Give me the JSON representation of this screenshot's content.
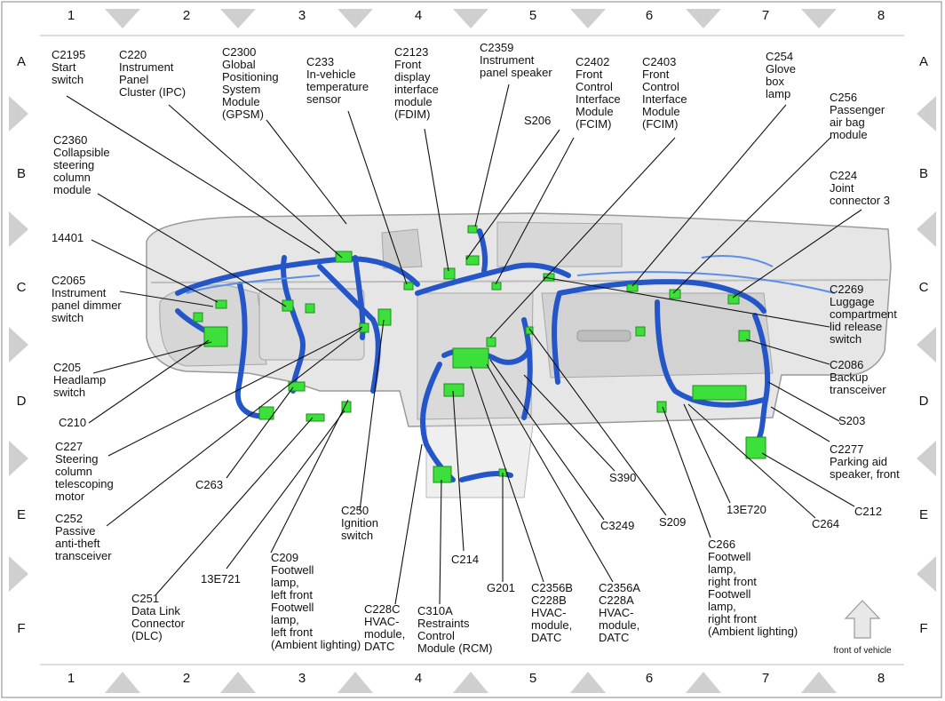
{
  "grid": {
    "columns": [
      "1",
      "2",
      "3",
      "4",
      "5",
      "6",
      "7",
      "8"
    ],
    "rows": [
      "A",
      "B",
      "C",
      "D",
      "E",
      "F"
    ]
  },
  "front_label": "front of vehicle",
  "labels": [
    {
      "id": "c2195",
      "lines": [
        "C2195",
        "Start",
        "switch"
      ]
    },
    {
      "id": "c220",
      "lines": [
        "C220",
        "Instrument",
        "Panel",
        "Cluster (IPC)"
      ]
    },
    {
      "id": "c2300",
      "lines": [
        "C2300",
        "Global",
        "Positioning",
        "System",
        "Module",
        "(GPSM)"
      ]
    },
    {
      "id": "c233",
      "lines": [
        "C233",
        "In-vehicle",
        "temperature",
        "sensor"
      ]
    },
    {
      "id": "c2123",
      "lines": [
        "C2123",
        "Front",
        "display",
        "interface",
        "module",
        "(FDIM)"
      ]
    },
    {
      "id": "c2359",
      "lines": [
        "C2359",
        "Instrument",
        "panel speaker"
      ]
    },
    {
      "id": "s206",
      "lines": [
        "S206"
      ]
    },
    {
      "id": "c2402",
      "lines": [
        "C2402",
        "Front",
        "Control",
        "Interface",
        "Module",
        "(FCIM)"
      ]
    },
    {
      "id": "c2403",
      "lines": [
        "C2403",
        "Front",
        "Control",
        "Interface",
        "Module",
        "(FCIM)"
      ]
    },
    {
      "id": "c254",
      "lines": [
        "C254",
        "Glove",
        "box",
        "lamp"
      ]
    },
    {
      "id": "c256",
      "lines": [
        "C256",
        "Passenger",
        "air bag",
        "module"
      ]
    },
    {
      "id": "c224",
      "lines": [
        "C224",
        "Joint",
        "connector 3"
      ]
    },
    {
      "id": "c2360",
      "lines": [
        "C2360",
        "Collapsible",
        "steering",
        "column",
        "module"
      ]
    },
    {
      "id": "p14401",
      "lines": [
        "14401"
      ]
    },
    {
      "id": "c2065",
      "lines": [
        "C2065",
        "Instrument",
        "panel dimmer",
        "switch"
      ]
    },
    {
      "id": "c205",
      "lines": [
        "C205",
        "Headlamp",
        "switch"
      ]
    },
    {
      "id": "c210",
      "lines": [
        "C210"
      ]
    },
    {
      "id": "c227",
      "lines": [
        "C227",
        "Steering",
        "column",
        "telescoping",
        "motor"
      ]
    },
    {
      "id": "c263",
      "lines": [
        "C263"
      ]
    },
    {
      "id": "c252",
      "lines": [
        "C252",
        "Passive",
        "anti-theft",
        "transceiver"
      ]
    },
    {
      "id": "c251",
      "lines": [
        "C251",
        "Data Link",
        "Connector",
        "(DLC)"
      ]
    },
    {
      "id": "p13e721",
      "lines": [
        "13E721"
      ]
    },
    {
      "id": "c209",
      "lines": [
        "C209",
        "Footwell",
        "lamp,",
        "left front",
        "Footwell",
        "lamp,",
        "left front",
        "(Ambient lighting)"
      ]
    },
    {
      "id": "c250",
      "lines": [
        "C250",
        "Ignition",
        "switch"
      ]
    },
    {
      "id": "c228c",
      "lines": [
        "C228C",
        "HVAC-",
        "module,",
        "DATC"
      ]
    },
    {
      "id": "c310a",
      "lines": [
        "C310A",
        "Restraints",
        "Control",
        "Module (RCM)"
      ]
    },
    {
      "id": "c214",
      "lines": [
        "C214"
      ]
    },
    {
      "id": "g201",
      "lines": [
        "G201"
      ]
    },
    {
      "id": "c2356b",
      "lines": [
        "C2356B",
        "C228B",
        "HVAC-",
        "module,",
        "DATC"
      ]
    },
    {
      "id": "c2356a",
      "lines": [
        "C2356A",
        "C228A",
        "HVAC-",
        "module,",
        "DATC"
      ]
    },
    {
      "id": "s390",
      "lines": [
        "S390"
      ]
    },
    {
      "id": "c3249",
      "lines": [
        "C3249"
      ]
    },
    {
      "id": "s209",
      "lines": [
        "S209"
      ]
    },
    {
      "id": "p13e720",
      "lines": [
        "13E720"
      ]
    },
    {
      "id": "c264",
      "lines": [
        "C264"
      ]
    },
    {
      "id": "c212",
      "lines": [
        "C212"
      ]
    },
    {
      "id": "c266",
      "lines": [
        "C266",
        "Footwell",
        "lamp,",
        "right front",
        "Footwell",
        "lamp,",
        "right front",
        "(Ambient lighting)"
      ]
    },
    {
      "id": "c2277",
      "lines": [
        "C2277",
        "Parking aid",
        "speaker, front"
      ]
    },
    {
      "id": "s203",
      "lines": [
        "S203"
      ]
    },
    {
      "id": "c2086",
      "lines": [
        "C2086",
        "Backup",
        "transceiver"
      ]
    },
    {
      "id": "c2269",
      "lines": [
        "C2269",
        "Luggage",
        "compartment",
        "lid release",
        "switch"
      ]
    }
  ]
}
